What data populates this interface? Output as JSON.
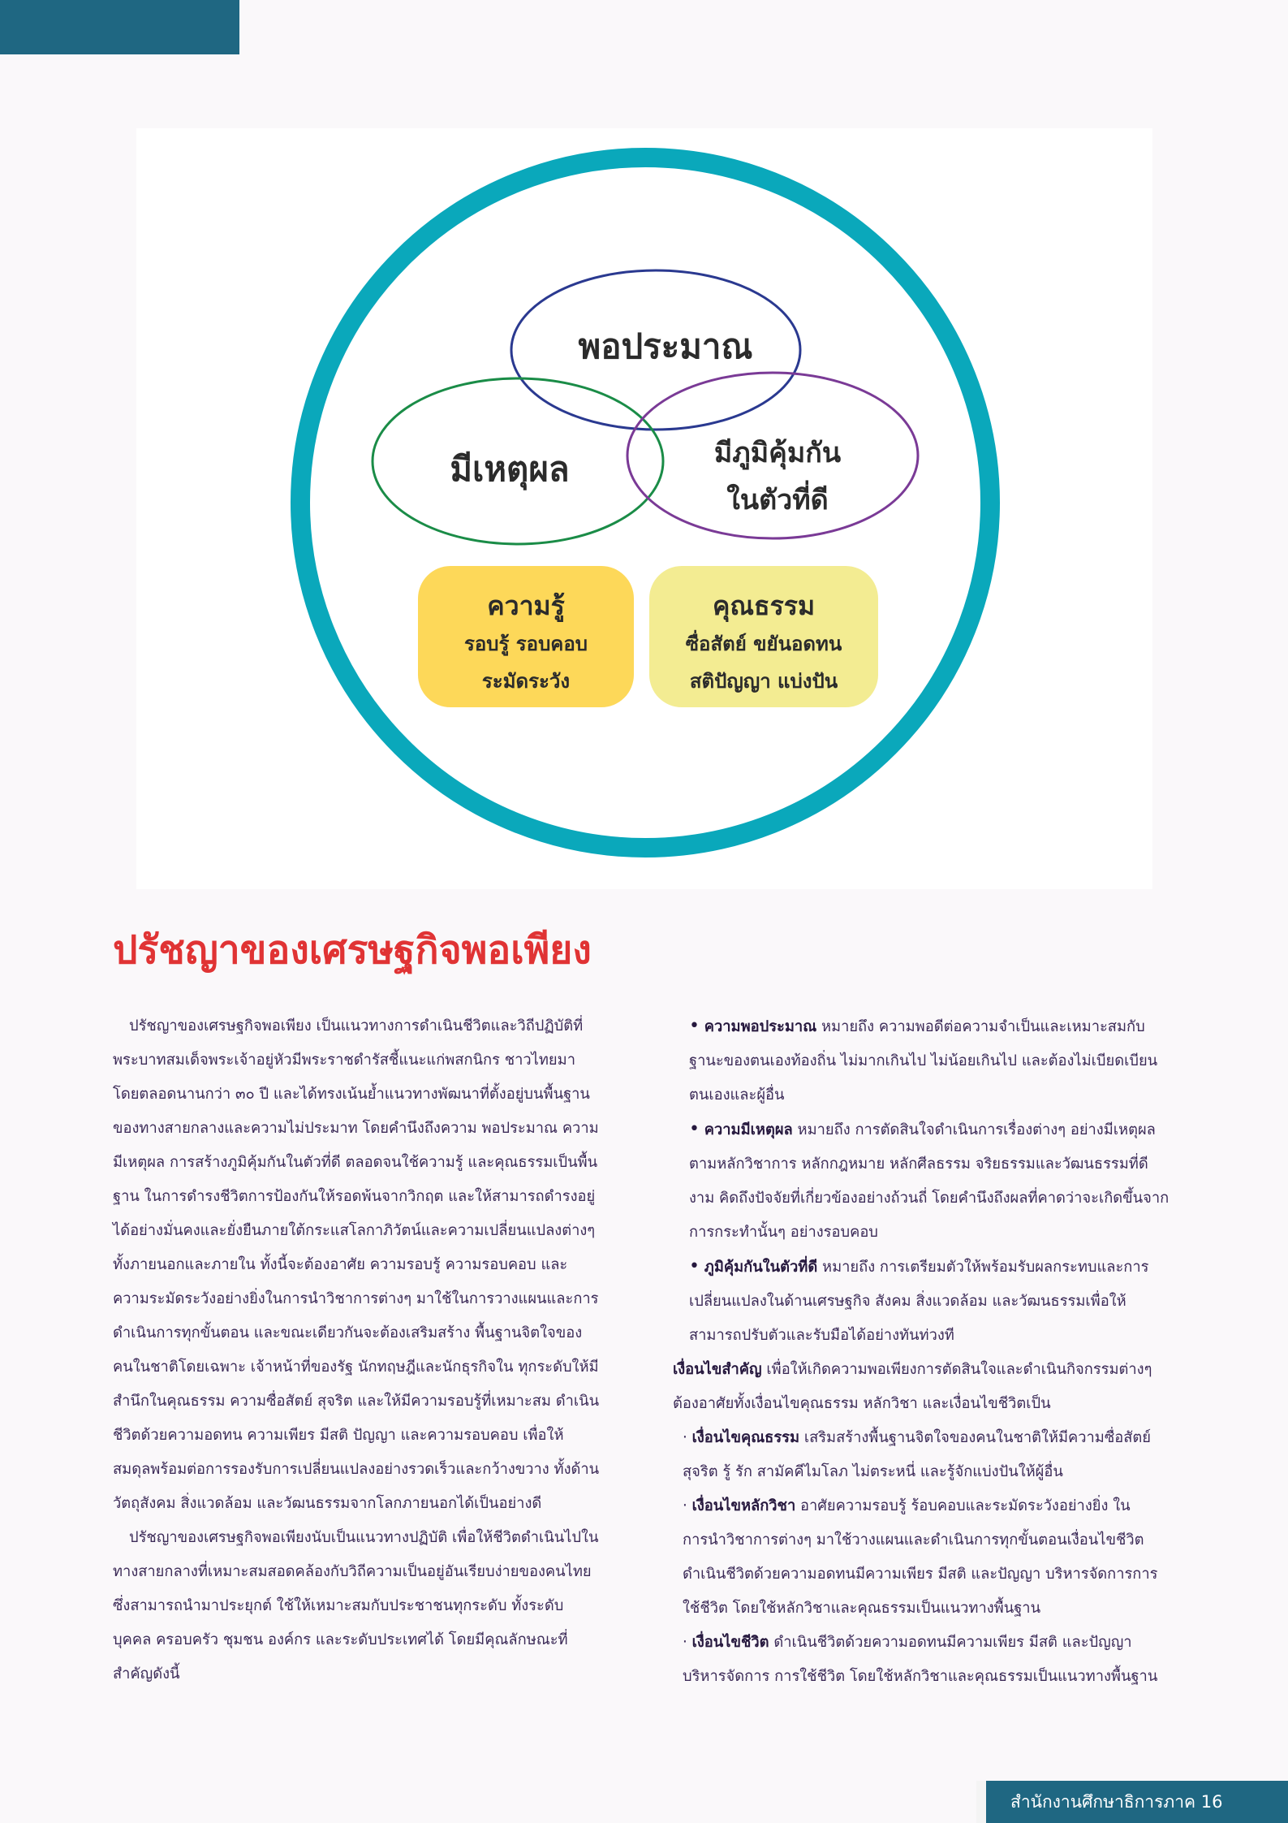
{
  "colors": {
    "header_bar": "#1f6782",
    "ring": "#0aa8bb",
    "circle_top": "#2a3990",
    "circle_left": "#1a8c47",
    "circle_right": "#7a3a96",
    "box_knowledge": "#fdd859",
    "box_virtue": "#f3ec92",
    "heading": "#e03334"
  },
  "diagram": {
    "circle_top": "พอประมาณ",
    "circle_left": "มีเหตุผล",
    "circle_right": [
      "มีภูมิคุ้มกัน",
      "ในตัวที่ดี"
    ],
    "box_knowledge": {
      "title": "ความรู้",
      "lines": [
        "รอบรู้ รอบคอบ",
        "ระมัดระวัง"
      ]
    },
    "box_virtue": {
      "title": "คุณธรรม",
      "lines": [
        "ซื่อสัตย์ ขยันอดทน",
        "สติปัญญา แบ่งปัน"
      ]
    }
  },
  "heading": "ปรัชญาของเศรษฐกิจพอเพียง",
  "left_column": {
    "p1": "ปรัชญาของเศรษฐกิจพอเพียง เป็นแนวทางการดำเนินชีวิตและวิถีปฏิบัติที่พระบาทสมเด็จพระเจ้าอยู่หัวมีพระราชดำรัสชี้แนะแก่พสกนิกร ชาวไทยมาโดยตลอดนานกว่า ๓๐ ปี และได้ทรงเน้นย้ำแนวทางพัฒนาที่ตั้งอยู่บนพื้นฐานของทางสายกลางและความไม่ประมาท โดยคำนึงถึงความ พอประมาณ ความมีเหตุผล การสร้างภูมิคุ้มกันในตัวที่ดี ตลอดจนใช้ความรู้ และคุณธรรมเป็นพื้นฐาน ในการดำรงชีวิตการป้องกันให้รอดพ้นจากวิกฤต และให้สามารถดำรงอยู่ได้อย่างมั่นคงและยั่งยืนภายใต้กระแสโลกาภิวัตน์และความเปลี่ยนแปลงต่างๆ ทั้งภายนอกและภายใน ทั้งนี้จะต้องอาศัย ความรอบรู้ ความรอบคอบ และความระมัดระวังอย่างยิ่งในการนำวิชาการต่างๆ มาใช้ในการวางแผนและการดำเนินการทุกขั้นตอน และขณะเดียวกันจะต้องเสริมสร้าง พื้นฐานจิตใจของคนในชาติโดยเฉพาะ เจ้าหน้าที่ของรัฐ นักทฤษฎีและนักธุรกิจใน ทุกระดับให้มีสำนึกในคุณธรรม ความซื่อสัตย์ สุจริต และให้มีความรอบรู้ที่เหมาะสม ดำเนินชีวิตด้วยความอดทน ความเพียร มีสติ ปัญญา และความรอบคอบ เพื่อให้สมดุลพร้อมต่อการรองรับการเปลี่ยนแปลงอย่างรวดเร็วและกว้างขวาง ทั้งด้านวัตถุสังคม สิ่งแวดล้อม และวัฒนธรรมจากโลกภายนอกได้เป็นอย่างดี",
    "p2": "ปรัชญาของเศรษฐกิจพอเพียงนับเป็นแนวทางปฏิบัติ เพื่อให้ชีวิตดำเนินไปในทางสายกลางที่เหมาะสมสอดคล้องกับวิถีความเป็นอยู่อันเรียบง่ายของคนไทย ซึ่งสามารถนำมาประยุกต์ ใช้ให้เหมาะสมกับประชาชนทุกระดับ ทั้งระดับบุคคล ครอบครัว ชุมชน องค์กร และระดับประเทศได้ โดยมีคุณลักษณะที่สำคัญดังนี้"
  },
  "right_column": {
    "b1_term": "ความพอประมาณ",
    "b1_text": " หมายถึง ความพอดีต่อความจำเป็นและเหมาะสมกับฐานะของตนเองท้องถิ่น ไม่มากเกินไป ไม่น้อยเกินไป และต้องไม่เบียดเบียนตนเองและผู้อื่น",
    "b2_term": "ความมีเหตุผล",
    "b2_text": " หมายถึง การตัดสินใจดำเนินการเรื่องต่างๆ อย่างมีเหตุผลตามหลักวิชาการ หลักกฎหมาย หลักศีลธรรม จริยธรรมและวัฒนธรรมที่ดีงาม คิดถึงปัจจัยที่เกี่ยวข้องอย่างถ้วนถี่ โดยคำนึงถึงผลที่คาดว่าจะเกิดขึ้นจากการกระทำนั้นๆ อย่างรอบคอบ",
    "b3_term": "ภูมิคุ้มกันในตัวที่ดี",
    "b3_text": " หมายถึง การเตรียมตัวให้พร้อมรับผลกระทบและการเปลี่ยนแปลงในด้านเศรษฐกิจ สังคม สิ่งแวดล้อม และวัฒนธรรมเพื่อให้สามารถปรับตัวและรับมือได้อย่างทันท่วงที",
    "key_term": "เงื่อนไขสำคัญ",
    "key_text": " เพื่อให้เกิดความพอเพียงการตัดสินใจและดำเนินกิจกรรมต่างๆ ต้องอาศัยทั้งเงื่อนไขคุณธรรม หลักวิชา และเงื่อนไขชีวิตเป็น",
    "s1_term": "เงื่อนไขคุณธรรม",
    "s1_text": " เสริมสร้างพื้นฐานจิตใจของคนในชาติให้มีความซื่อสัตย์ สุจริต รู้ รัก สามัคคีไมโลภ ไม่ตระหนี่ และรู้จักแบ่งปันให้ผู้อื่น",
    "s2_term": "เงื่อนไขหลักวิชา",
    "s2_text": " อาศัยความรอบรู้ ร้อบคอบและระมัดระวังอย่างยิ่ง ในการนำวิชาการต่างๆ มาใช้วางแผนและดำเนินการทุกขั้นตอนเงื่อนไขชีวิต ดำเนินชีวิตด้วยความอดทนมีความเพียร มีสติ และปัญญา บริหารจัดการการใช้ชีวิต โดยใช้หลักวิชาและคุณธรรมเป็นแนวทางพื้นฐาน",
    "s3_term": "เงื่อนไขชีวิต",
    "s3_text": " ดำเนินชีวิตด้วยความอดทนมีความเพียร มีสติ และปัญญา บริหารจัดการ การใช้ชีวิต โดยใช้หลักวิชาและคุณธรรมเป็นแนวทางพื้นฐาน"
  },
  "footer": {
    "label": "สำนักงานศึกษาธิการภาค 16"
  }
}
